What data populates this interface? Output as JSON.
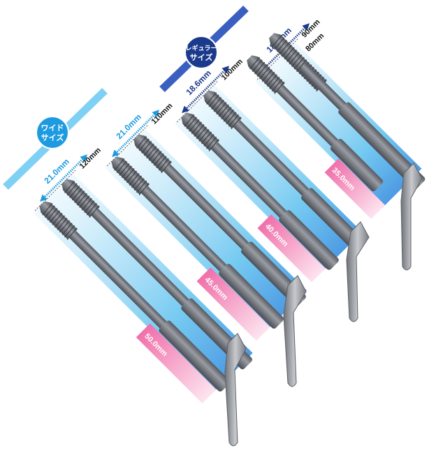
{
  "size_badges": [
    {
      "line1": "ワイド",
      "line2": "サイズ",
      "color": "#1e9be0",
      "stripe": "#7fd0f5"
    },
    {
      "line1": "レギュラー",
      "line2": "サイズ",
      "color": "#1b3a8c",
      "stripe": "#3a5fc0"
    }
  ],
  "groups": [
    {
      "width_label": "21.0mm",
      "screw_labels": [
        "120mm"
      ],
      "sleeve_label": "50.0mm"
    },
    {
      "width_label": "21.0mm",
      "screw_labels": [
        "110mm"
      ],
      "sleeve_label": "45.0mm"
    },
    {
      "width_label": "18.6mm",
      "screw_labels": [
        "100mm"
      ],
      "sleeve_label": "40.0mm"
    },
    {
      "width_label": "18.6mm",
      "screw_labels": [
        "90mm",
        "80mm"
      ],
      "sleeve_label": "35.0mm"
    }
  ],
  "colors": {
    "wide_dim": "#1e9be0",
    "regular_dim": "#1b3a8c",
    "sleeve_band": "#f07ab0",
    "screw": "#7c7f86"
  }
}
